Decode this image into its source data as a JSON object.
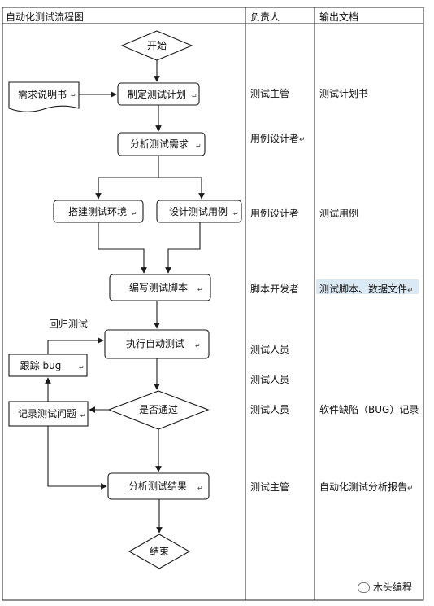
{
  "header": {
    "process": "自动化测试流程图",
    "owner": "负责人",
    "output": "输出文档"
  },
  "flow": {
    "start": "开始",
    "requirements_doc": "需求说明书",
    "make_plan": "制定测试计划",
    "analyze_req": "分析测试需求",
    "setup_env": "搭建测试环境",
    "design_cases": "设计测试用例",
    "write_scripts": "编写测试脚本",
    "execute": "执行自动测试",
    "track_bug": "跟踪 bug",
    "log_issues": "记录测试问题",
    "decision": "是否通过",
    "analyze_results": "分析测试结果",
    "end": "结束",
    "regression_label": "回归测试"
  },
  "roles": {
    "plan": "测试主管",
    "analyze": "用例设计者",
    "design": "用例设计者",
    "scripts": "脚本开发者",
    "execute": "测试人员",
    "track": "测试人员",
    "decision": "测试人员",
    "results": "测试主管"
  },
  "outputs": {
    "plan": "测试计划书",
    "design": "测试用例",
    "scripts": "测试脚本、数据文件",
    "decision": "软件缺陷（BUG）记录",
    "results": "自动化测试分析报告"
  },
  "watermark": "木头编程",
  "colors": {
    "line": "#1a1a1a",
    "highlight": "#dbe9f5"
  }
}
